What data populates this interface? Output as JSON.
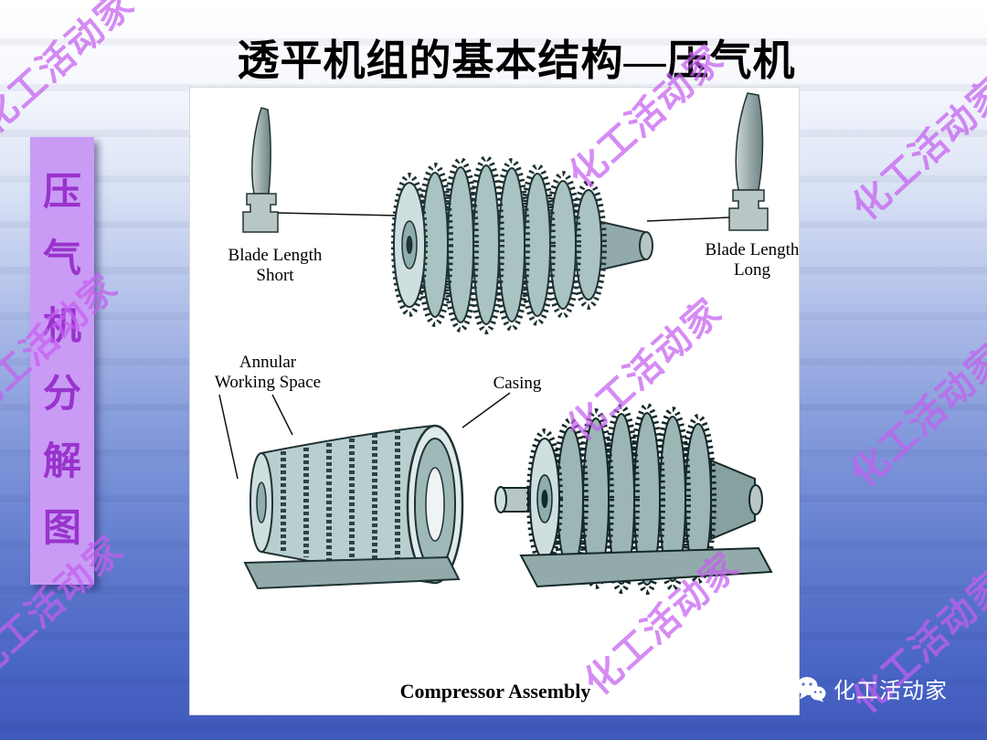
{
  "slide": {
    "title": "透平机组的基本结构—压气机"
  },
  "sidebar": {
    "chars": [
      "压",
      "气",
      "机",
      "分",
      "解",
      "图"
    ]
  },
  "watermark": {
    "text": "化工活动家"
  },
  "diagram": {
    "blade_short": [
      "Blade Length",
      "Short"
    ],
    "blade_long": [
      "Blade Length",
      "Long"
    ],
    "annular": [
      "Annular",
      "Working Space"
    ],
    "casing": "Casing",
    "caption": "Compressor Assembly"
  },
  "footer": {
    "brand": "化工活动家",
    "icon": "wechat-icon"
  },
  "colors": {
    "sidebar_bg": "#c99bf5",
    "sidebar_text": "#9933cc",
    "watermark": "#c55ef0",
    "background_top": "#ffffff",
    "background_bottom": "#4059bb",
    "panel_bg": "#ffffff",
    "title_text": "#000000",
    "footer_text": "#ffffff",
    "drawing_dark": "#1f3333",
    "drawing_light": "#a9c2c2"
  }
}
